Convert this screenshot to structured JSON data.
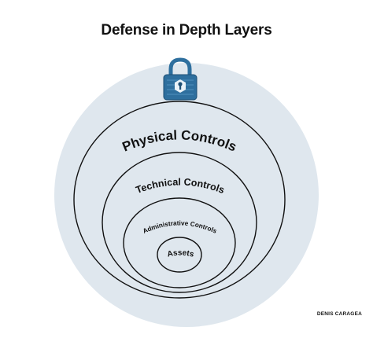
{
  "title": "Defense in Depth Layers",
  "credit": "DENIS CARAGEA",
  "layers": [
    {
      "label": "Physical Controls"
    },
    {
      "label": "Technical Controls"
    },
    {
      "label": "Administrative Controls"
    },
    {
      "label": "Assets"
    }
  ],
  "colors": {
    "background_circle": "#dfe7ee",
    "outline": "#111111",
    "lock_blue": "#2e6f9e",
    "lock_dark": "#1d4f74"
  },
  "icons": [
    "lock-icon"
  ]
}
